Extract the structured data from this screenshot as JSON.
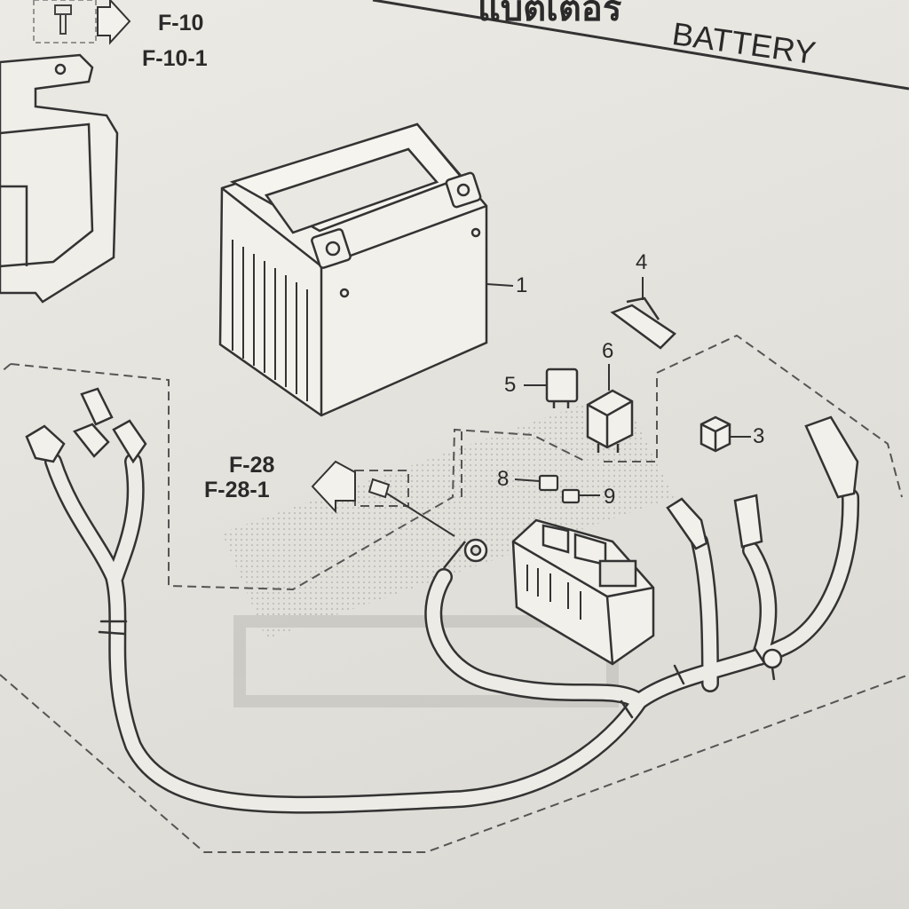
{
  "header": {
    "title_thai": "แบตเตอรี่",
    "title_en": "BATTERY"
  },
  "references": {
    "top": [
      "F-10",
      "F-10-1"
    ],
    "left": [
      "F-28",
      "F-28-1"
    ]
  },
  "callouts": [
    "1",
    "3",
    "4",
    "5",
    "6",
    "8",
    "9"
  ],
  "parts": [
    {
      "callout": "1",
      "icon": "battery-icon"
    },
    {
      "callout": "3",
      "icon": "connector-cap-icon"
    },
    {
      "callout": "4",
      "icon": "fuse-clip-icon"
    },
    {
      "callout": "5",
      "icon": "small-relay-icon"
    },
    {
      "callout": "6",
      "icon": "relay-icon"
    },
    {
      "callout": "8",
      "icon": "mini-fuse-icon"
    },
    {
      "callout": "9",
      "icon": "mini-fuse-icon"
    }
  ]
}
